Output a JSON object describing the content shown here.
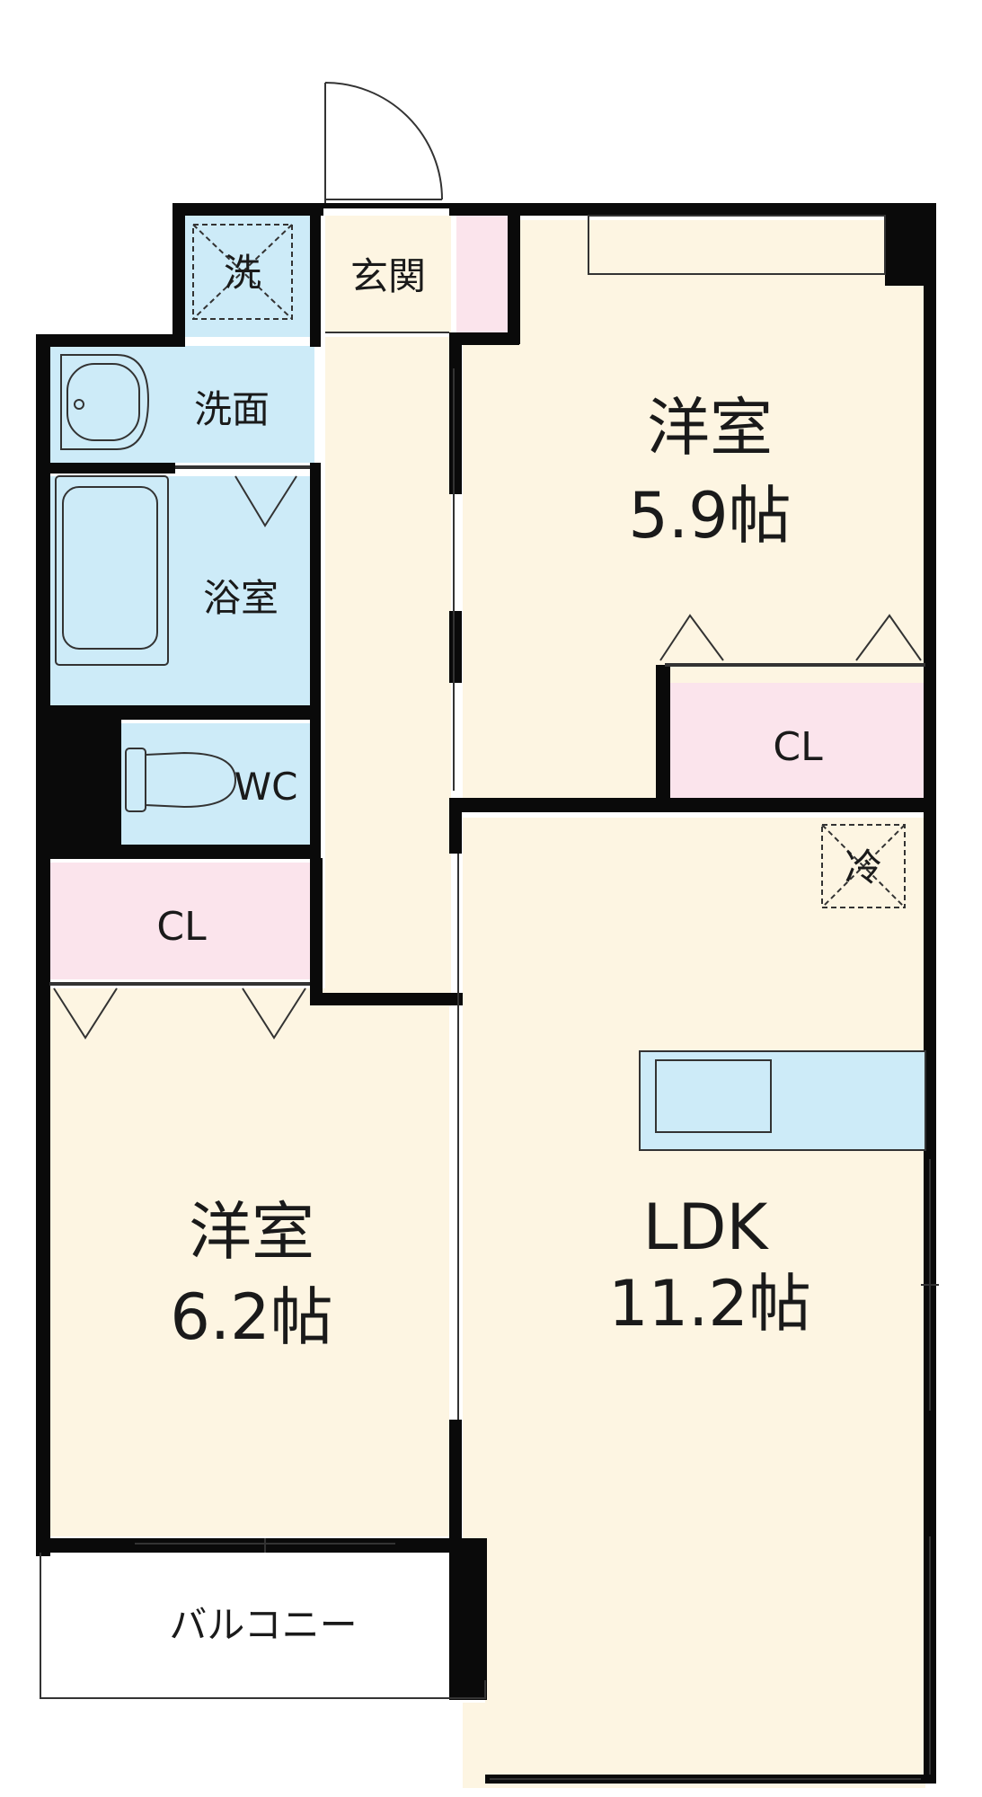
{
  "rooms": {
    "western_room_a": {
      "label": "洋室",
      "size": "5.9帖"
    },
    "western_room_b": {
      "label": "洋室",
      "size": "6.2帖"
    },
    "ldk": {
      "label": "LDK",
      "size": "11.2帖"
    },
    "entrance": {
      "label": "玄関"
    },
    "washroom": {
      "label": "洗面"
    },
    "bathroom": {
      "label": "浴室"
    },
    "toilet": {
      "label": "WC"
    },
    "closet_a": {
      "label": "CL"
    },
    "closet_b": {
      "label": "CL"
    },
    "washer_space": {
      "label": "洗"
    },
    "fridge_space": {
      "label": "冷"
    },
    "balcony": {
      "label": "バルコニー"
    }
  },
  "colors": {
    "room_fill": "#fdf5e2",
    "wet_area_fill": "#cdebf8",
    "closet_fill": "#fbe4ec",
    "wall": "#0a0a0a"
  }
}
